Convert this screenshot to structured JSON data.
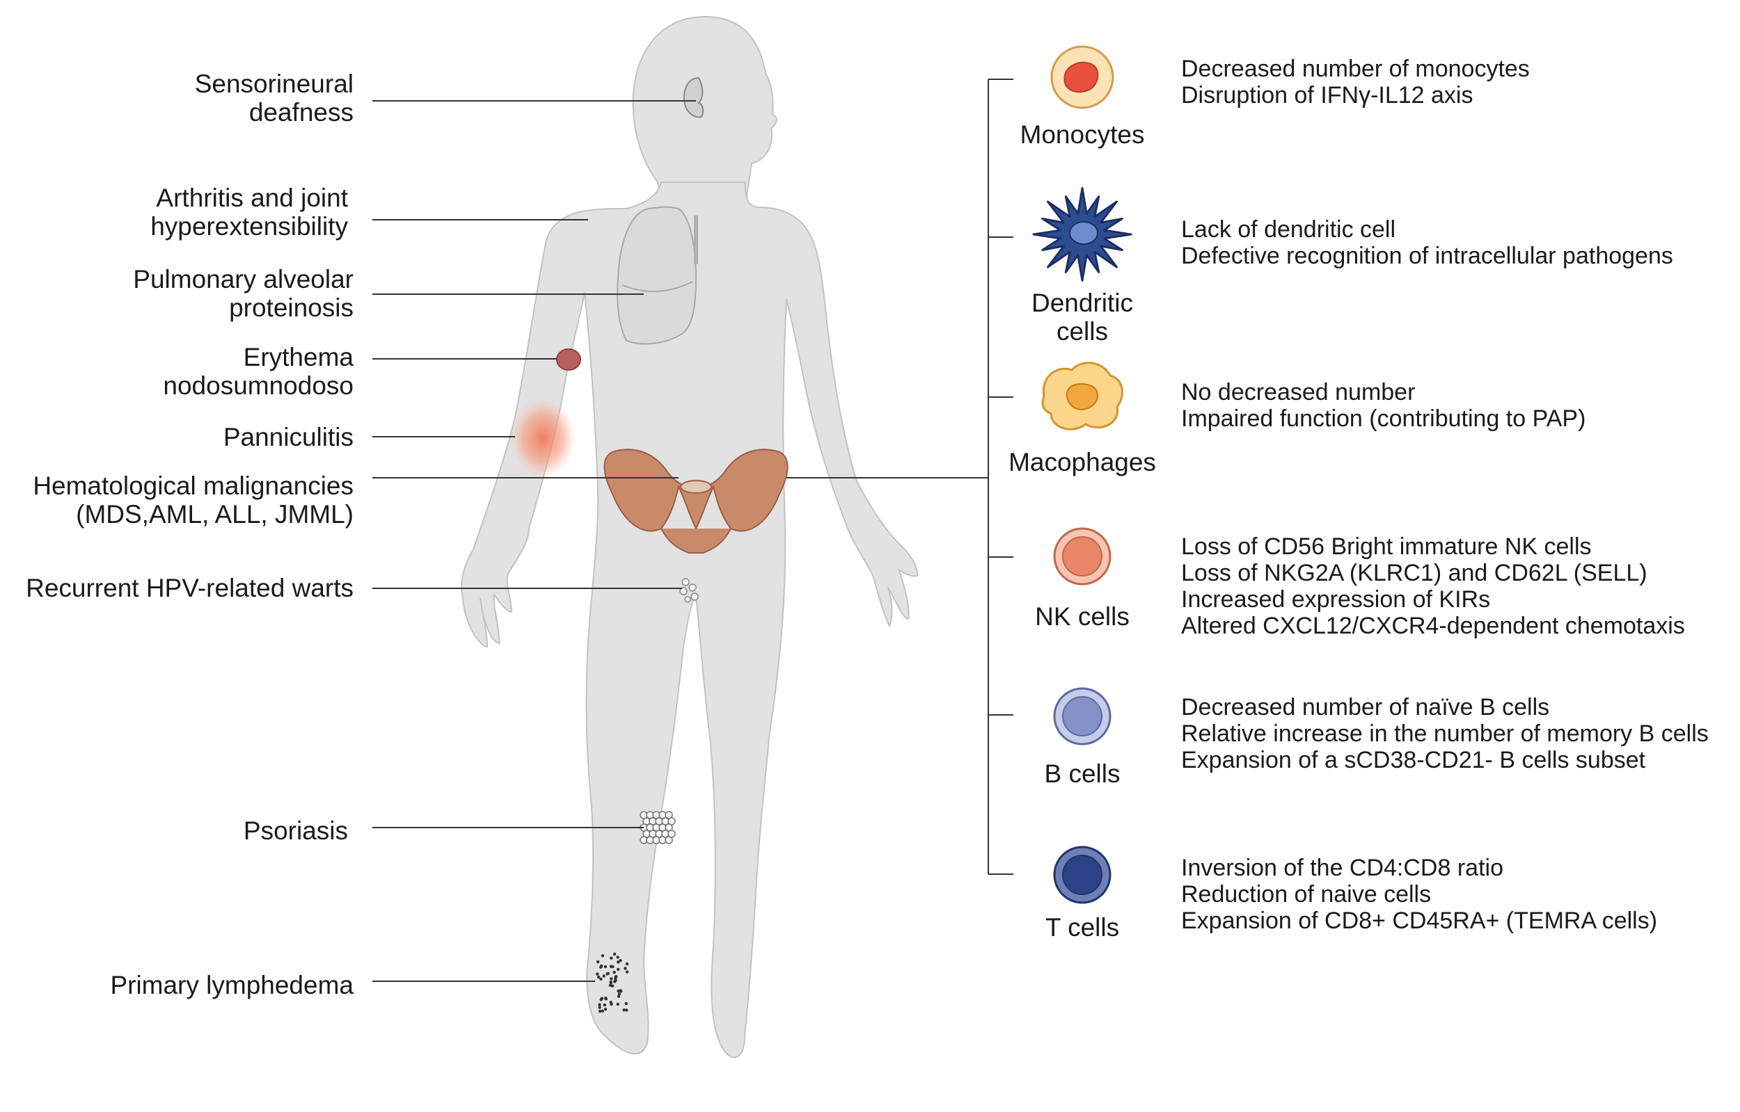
{
  "conditions": [
    {
      "id": "deafness",
      "lines": [
        "Sensorineural",
        "deafness"
      ]
    },
    {
      "id": "arthritis",
      "lines": [
        "Arthritis and joint",
        "hyperextensibility"
      ]
    },
    {
      "id": "pap",
      "lines": [
        "Pulmonary alveolar",
        "proteinosis"
      ]
    },
    {
      "id": "erythema",
      "lines": [
        "Erythema",
        "nodosumnodoso"
      ]
    },
    {
      "id": "panniculitis",
      "lines": [
        "Panniculitis"
      ]
    },
    {
      "id": "hematological",
      "lines": [
        "Hematological malignancies",
        "(MDS,AML, ALL, JMML)"
      ]
    },
    {
      "id": "warts",
      "lines": [
        "Recurrent HPV-related warts"
      ]
    },
    {
      "id": "psoriasis",
      "lines": [
        "Psoriasis"
      ]
    },
    {
      "id": "lymphedema",
      "lines": [
        "Primary lymphedema"
      ]
    }
  ],
  "cells": [
    {
      "id": "monocytes",
      "name_lines": [
        "Monocytes"
      ],
      "effects": [
        "Decreased number of monocytes",
        "Disruption of IFNγ-IL12 axis"
      ],
      "fill": "#fbe3b5",
      "nucleus": "#e9503c"
    },
    {
      "id": "dendritic",
      "name_lines": [
        "Dendritic",
        "cells"
      ],
      "effects": [
        "Lack of dendritic cell",
        "Defective recognition of intracellular pathogens"
      ],
      "fill": "#2e4d91",
      "nucleus": "#6f8ccc"
    },
    {
      "id": "macrophages",
      "name_lines": [
        "Macophages"
      ],
      "effects": [
        "No decreased number",
        "Impaired function (contributing to PAP)"
      ],
      "fill": "#fbd58a",
      "nucleus": "#f2a73c"
    },
    {
      "id": "nk",
      "name_lines": [
        "NK cells"
      ],
      "effects": [
        "Loss of CD56 Bright immature NK cells",
        "Loss of NKG2A (KLRC1) and CD62L (SELL)",
        "Increased expression of KIRs",
        "Altered CXCL12/CXCR4-dependent chemotaxis"
      ],
      "fill": "#f6c4b4",
      "nucleus": "#e98668"
    },
    {
      "id": "bcells",
      "name_lines": [
        "B cells"
      ],
      "effects": [
        "Decreased number of naïve B cells",
        "Relative increase in the number of memory B cells",
        "Expansion of a sCD38-CD21- B cells subset"
      ],
      "fill": "#c6cde8",
      "nucleus": "#8592c7"
    },
    {
      "id": "tcells",
      "name_lines": [
        "T cells"
      ],
      "effects": [
        "Inversion of the CD4:CD8 ratio",
        "Reduction of naive cells",
        "Expansion of CD8+ CD45RA+ (TEMRA cells)"
      ],
      "fill": "#6e7fb6",
      "nucleus": "#2d4287"
    }
  ],
  "colors": {
    "body": "#e2e2e2",
    "body_outline": "#bcbcbc",
    "pelvis": "#c98a6a",
    "lesion_red": "#b86060",
    "panniculitis": "#f28a6a",
    "line": "#333333"
  }
}
